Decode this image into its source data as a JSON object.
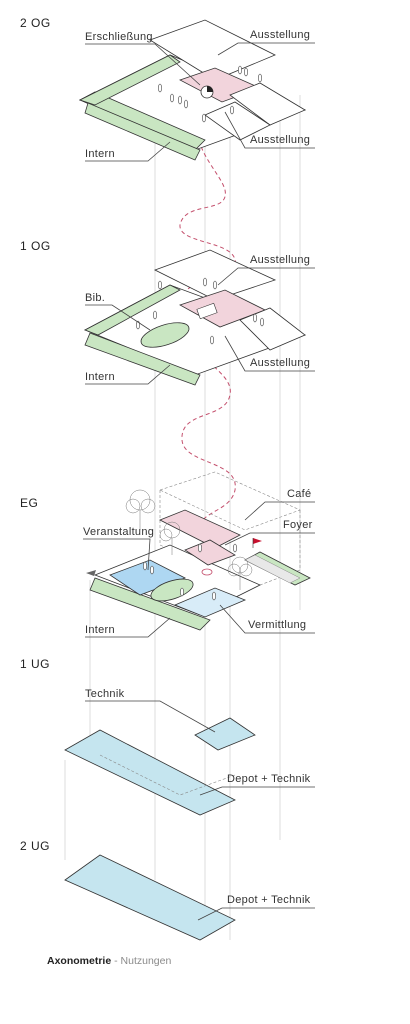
{
  "floors": {
    "og2": "2 OG",
    "og1": "1 OG",
    "eg": "EG",
    "ug1": "1 UG",
    "ug2": "2 UG"
  },
  "labels": {
    "og2_erschliessung": "Erschließung",
    "og2_ausstellung_top": "Ausstellung",
    "og2_ausstellung_bottom": "Ausstellung",
    "og2_intern": "Intern",
    "og1_ausstellung_top": "Ausstellung",
    "og1_bib": "Bib.",
    "og1_ausstellung_bottom": "Ausstellung",
    "og1_intern": "Intern",
    "eg_cafe": "Café",
    "eg_foyer": "Foyer",
    "eg_veranstaltung": "Veranstaltung",
    "eg_intern": "Intern",
    "eg_vermittlung": "Vermittlung",
    "ug1_technik": "Technik",
    "ug1_depot": "Depot + Technik",
    "ug2_depot": "Depot + Technik"
  },
  "caption": {
    "bold": "Axonometrie",
    "separator": " - ",
    "light": "Nutzungen"
  },
  "colors": {
    "intern_green": "#c9e6c2",
    "circulation_pink": "#f2d4dc",
    "depot_blue": "#c5e5ef",
    "veranstaltung_blue": "#aed7f2",
    "vermittlung_blue": "#d8ecf8",
    "spiral_red": "#c4506d",
    "flag_red": "#c8102e"
  }
}
